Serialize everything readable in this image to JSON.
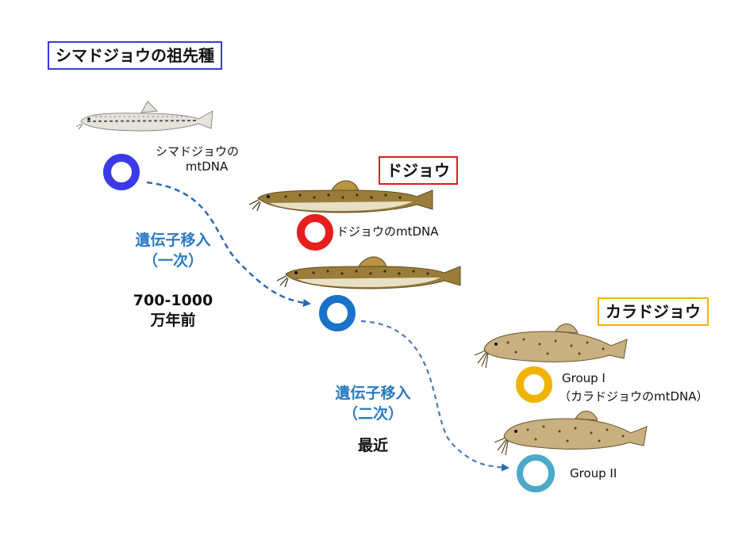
{
  "labels": {
    "ancestor": "シマドジョウの祖先種",
    "dojo": "ドジョウ",
    "karadojo": "カラドジョウ"
  },
  "nodes": {
    "ancestor_mtdna_line1": "シマドジョウの",
    "ancestor_mtdna_line2": "mtDNA",
    "dojo_mtdna": "ドジョウのmtDNA",
    "group1_line1": "Group I",
    "group1_line2": "（カラドジョウのmtDNA）",
    "group2": "Group II"
  },
  "events": {
    "first_title": "遺伝子移入",
    "first_sub": "（一次）",
    "first_time_line1": "700-1000",
    "first_time_line2": "万年前",
    "second_title": "遺伝子移入",
    "second_sub": "（二次）",
    "second_time": "最近"
  },
  "colors": {
    "ancestor_ring": "#3a3ae6",
    "dojo_ring": "#e61e1e",
    "transfer_ring": "#1a73c8",
    "group1_ring": "#f0b400",
    "group2_ring": "#4aaac8",
    "ancestor_border": "#3a3ae6",
    "dojo_border": "#e01a1a",
    "karadojo_border": "#f0b400",
    "transfer_text": "#2a7ac0",
    "arrow": "#2a6ab0"
  },
  "icons": {
    "fish_ancestor": "loach-fish-icon",
    "fish_dojo": "loach-fish-icon",
    "fish_karadojo": "loach-fish-icon"
  }
}
